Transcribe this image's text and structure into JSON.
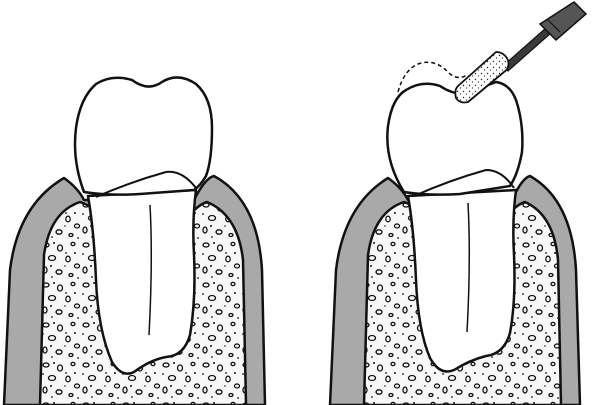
{
  "figure": {
    "panels": [
      {
        "id": "before",
        "contents": [
          "tooth",
          "gingiva",
          "alveolar-bone"
        ]
      },
      {
        "id": "after",
        "contents": [
          "tooth-with-reduced-cusp",
          "gingiva",
          "alveolar-bone",
          "diamond-bur"
        ]
      }
    ],
    "colors": {
      "outline": "#111111",
      "gingiva": "#a9a9a9",
      "bone": "#f7f7f7",
      "tooth": "#ffffff",
      "bur_shaft": "#3a3a3a",
      "bur_head": "#ffffff"
    }
  }
}
